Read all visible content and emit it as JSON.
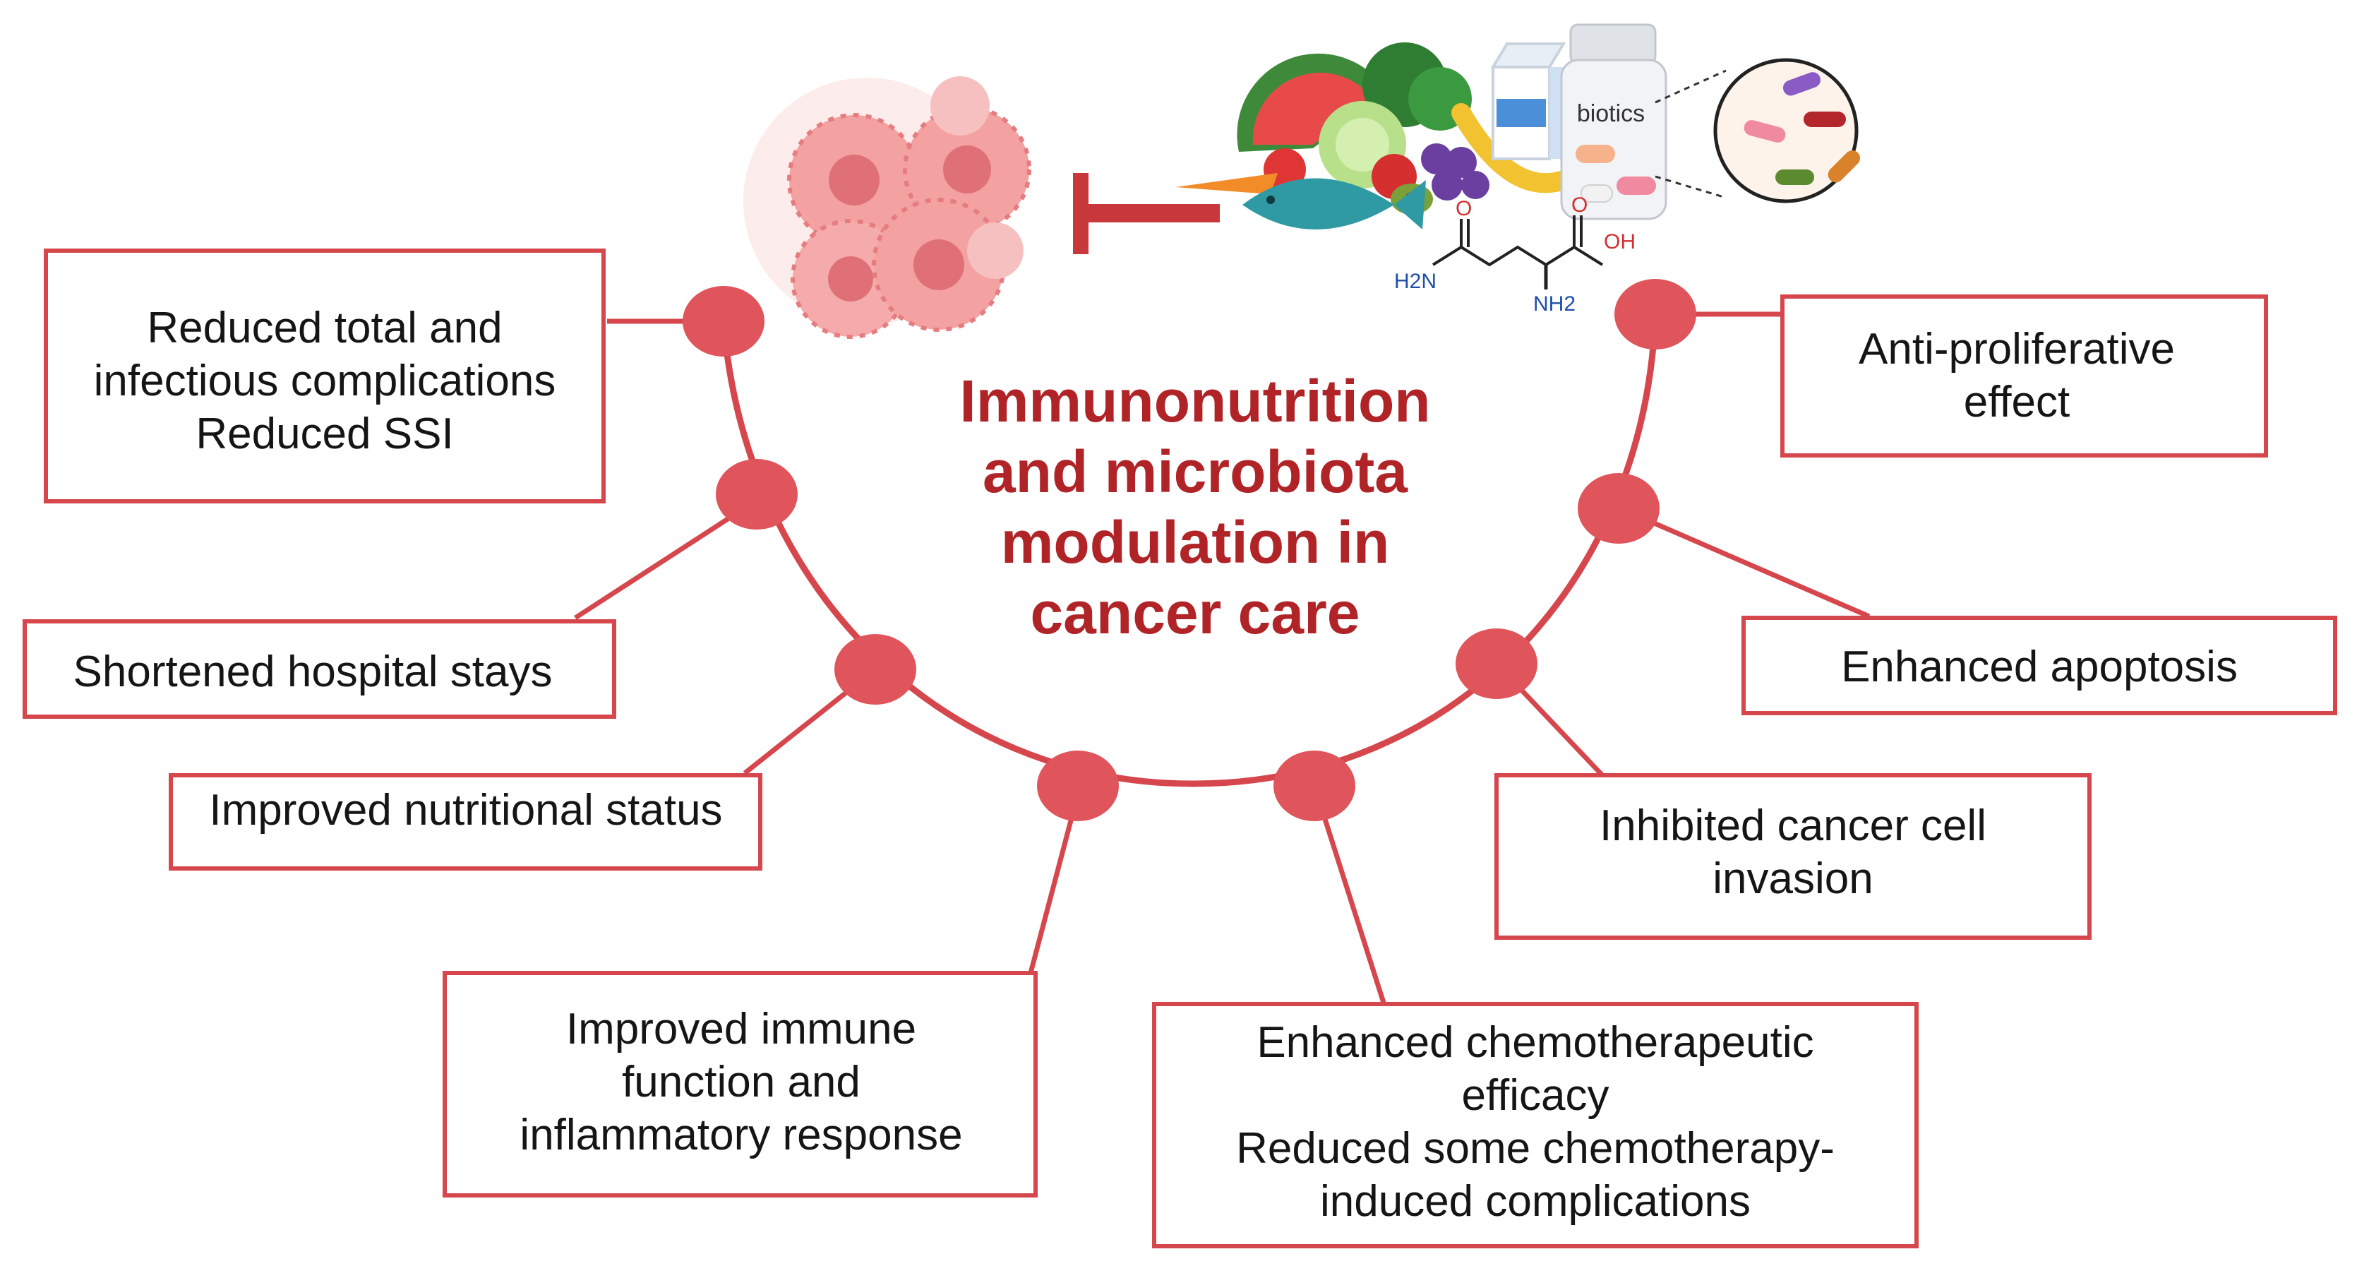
{
  "title": {
    "lines": [
      "Immunonutrition",
      "and microbiota",
      "modulation in",
      "cancer care"
    ]
  },
  "illustration": {
    "bottle_label": "biotics",
    "icons": [
      "cancer-cells-icon",
      "inhibition-icon",
      "food-icon",
      "milk-carton-icon",
      "probiotic-bottle-icon",
      "bacteria-magnifier-icon",
      "glutamine-molecule-icon"
    ],
    "molecule": {
      "o1": "O",
      "o2": "O",
      "oh": "OH",
      "h2n": "H2N",
      "nh2": "NH2"
    }
  },
  "outcomes": {
    "complications": [
      "Reduced total and",
      "infectious complications",
      "Reduced SSI"
    ],
    "hospital": [
      "Shortened hospital stays"
    ],
    "nutrition": [
      "Improved nutritional status"
    ],
    "immune": [
      "Improved immune",
      "function and",
      "inflammatory response"
    ],
    "chemo": [
      "Enhanced chemotherapeutic",
      "efficacy",
      "Reduced some chemotherapy-",
      "induced complications"
    ],
    "invasion": [
      "Inhibited cancer cell",
      "invasion"
    ],
    "apoptosis": [
      "Enhanced apoptosis"
    ],
    "antiprolif": [
      "Anti-proliferative",
      "effect"
    ]
  },
  "colors": {
    "accent": "#d6474d",
    "node": "#df555b",
    "title": "#b02428",
    "cell": "#f08c8c"
  }
}
